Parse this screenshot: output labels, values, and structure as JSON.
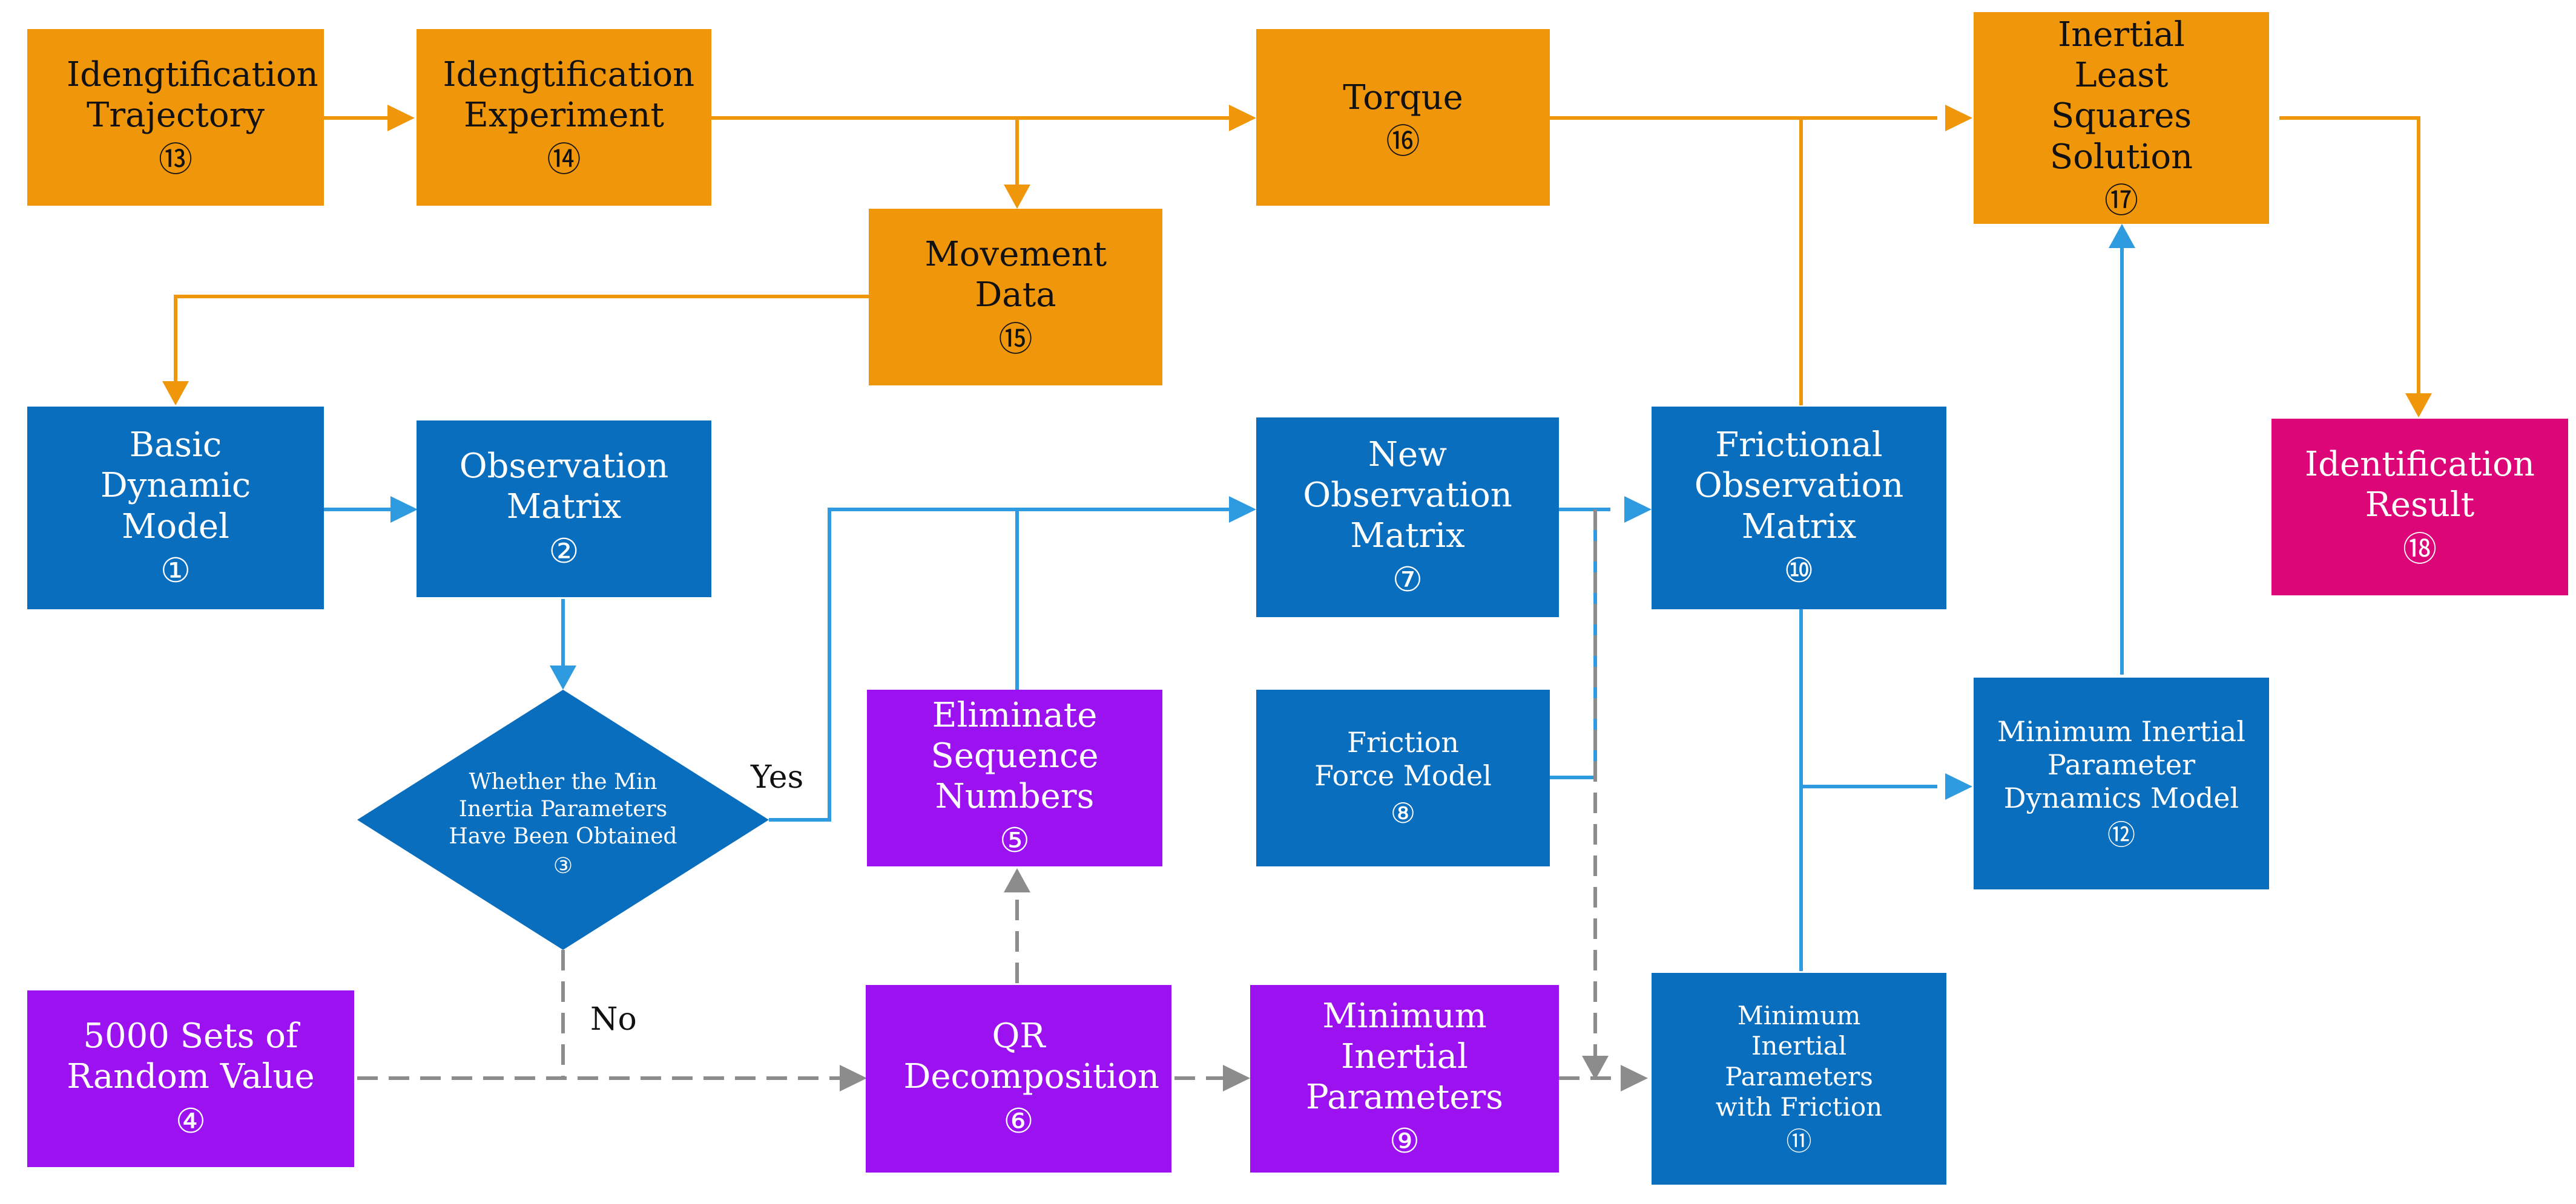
{
  "colors": {
    "process_orange": "#F0960B",
    "model_blue": "#0A6EBE",
    "computation_purple": "#9C11F0",
    "result_magenta": "#DC0678",
    "arrow_orange": "#F0960B",
    "arrow_blue": "#2E9AE0",
    "arrow_dashed_gray": "#8C8C8C"
  },
  "nodes": {
    "n1": {
      "text": "Basic Dynamic Model",
      "num": "①"
    },
    "n2": {
      "text": "Observation Matrix",
      "num": "②"
    },
    "n3": {
      "text": "Whether the Min Inertia Parameters Have Been Obtained",
      "num": "③"
    },
    "n4": {
      "text": "5000 Sets of Random Value",
      "num": "④"
    },
    "n5": {
      "text": "Eliminate Sequence Numbers",
      "num": "⑤"
    },
    "n6": {
      "text": "QR Decomposition",
      "num": "⑥"
    },
    "n7": {
      "text": "New Observation Matrix",
      "num": "⑦"
    },
    "n8": {
      "text": "Friction Force Model",
      "num": "⑧"
    },
    "n9": {
      "text": "Minimum Inertial Parameters",
      "num": "⑨"
    },
    "n10": {
      "text": "Frictional Observation Matrix",
      "num": "⑩"
    },
    "n11": {
      "text": "Minimum Inertial Parameters with Friction",
      "num": "⑪"
    },
    "n12": {
      "text": "Minimum Inertial Parameter Dynamics Model",
      "num": "⑫"
    },
    "n13": {
      "text": "Idengtification Trajectory",
      "num": "⑬"
    },
    "n14": {
      "text": "Idengtification Experiment",
      "num": "⑭"
    },
    "n15": {
      "text": "Movement Data",
      "num": "⑮"
    },
    "n16": {
      "text": "Torque",
      "num": "⑯"
    },
    "n17": {
      "text": "Inertial Least Squares Solution",
      "num": "⑰"
    },
    "n18": {
      "text": "Identification Result",
      "num": "⑱"
    }
  },
  "labels": {
    "yes": "Yes",
    "no": "No"
  }
}
